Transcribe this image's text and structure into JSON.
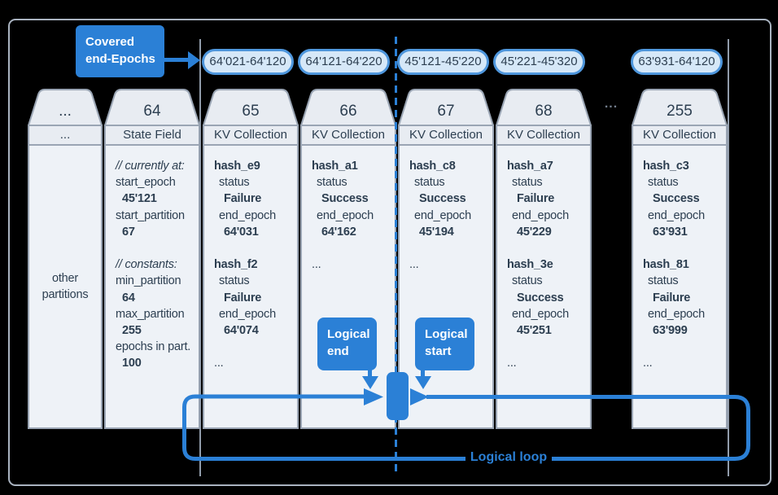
{
  "covered": {
    "line1": "Covered",
    "line2": "end-Epochs"
  },
  "pills": [
    "64'021-64'120",
    "64'121-64'220",
    "45'121-45'220",
    "45'221-45'320",
    "63'931-64'120"
  ],
  "labels": {
    "logical_end_line1": "Logical",
    "logical_end_line2": "end",
    "logical_start_line1": "Logical",
    "logical_start_line2": "start",
    "logical_loop": "Logical loop",
    "gap_dots": "..."
  },
  "columns": [
    {
      "id": "...",
      "type": "...",
      "center": true,
      "lines": [
        {
          "t": "other"
        },
        {
          "t": "partitions"
        }
      ]
    },
    {
      "id": "64",
      "type": "State Field",
      "lines": [
        {
          "t": "// currently at:",
          "i": 1
        },
        {
          "t": "start_epoch"
        },
        {
          "t": "45'121",
          "b": 1,
          "x": 8
        },
        {
          "t": "start_partition"
        },
        {
          "t": "67",
          "b": 1,
          "x": 8
        },
        {
          "t": ""
        },
        {
          "t": "// constants:",
          "i": 1
        },
        {
          "t": "min_partition"
        },
        {
          "t": "64",
          "b": 1,
          "x": 8
        },
        {
          "t": "max_partition"
        },
        {
          "t": "255",
          "b": 1,
          "x": 8
        },
        {
          "t": "epochs in part."
        },
        {
          "t": "100",
          "b": 1,
          "x": 8
        }
      ]
    },
    {
      "id": "65",
      "type": "KV Collection",
      "lines": [
        {
          "t": "hash_e9",
          "b": 1
        },
        {
          "t": "status",
          "x": 6
        },
        {
          "t": "Failure",
          "b": 1,
          "x": 12
        },
        {
          "t": "end_epoch",
          "x": 6
        },
        {
          "t": "64'031",
          "b": 1,
          "x": 12
        },
        {
          "t": ""
        },
        {
          "t": "hash_f2",
          "b": 1
        },
        {
          "t": "status",
          "x": 6
        },
        {
          "t": "Failure",
          "b": 1,
          "x": 12
        },
        {
          "t": "end_epoch",
          "x": 6
        },
        {
          "t": "64'074",
          "b": 1,
          "x": 12
        },
        {
          "t": ""
        },
        {
          "t": "..."
        }
      ]
    },
    {
      "id": "66",
      "type": "KV Collection",
      "lines": [
        {
          "t": "hash_a1",
          "b": 1
        },
        {
          "t": "status",
          "x": 6
        },
        {
          "t": "Success",
          "b": 1,
          "x": 12
        },
        {
          "t": "end_epoch",
          "x": 6
        },
        {
          "t": "64'162",
          "b": 1,
          "x": 12
        },
        {
          "t": ""
        },
        {
          "t": "..."
        }
      ]
    },
    {
      "id": "67",
      "type": "KV Collection",
      "lines": [
        {
          "t": "hash_c8",
          "b": 1
        },
        {
          "t": "status",
          "x": 6
        },
        {
          "t": "Success",
          "b": 1,
          "x": 12
        },
        {
          "t": "end_epoch",
          "x": 6
        },
        {
          "t": "45'194",
          "b": 1,
          "x": 12
        },
        {
          "t": ""
        },
        {
          "t": "..."
        }
      ]
    },
    {
      "id": "68",
      "type": "KV Collection",
      "lines": [
        {
          "t": "hash_a7",
          "b": 1
        },
        {
          "t": "status",
          "x": 6
        },
        {
          "t": "Failure",
          "b": 1,
          "x": 12
        },
        {
          "t": "end_epoch",
          "x": 6
        },
        {
          "t": "45'229",
          "b": 1,
          "x": 12
        },
        {
          "t": ""
        },
        {
          "t": "hash_3e",
          "b": 1
        },
        {
          "t": "status",
          "x": 6
        },
        {
          "t": "Success",
          "b": 1,
          "x": 12
        },
        {
          "t": "end_epoch",
          "x": 6
        },
        {
          "t": "45'251",
          "b": 1,
          "x": 12
        },
        {
          "t": ""
        },
        {
          "t": "..."
        }
      ]
    },
    {
      "id": "255",
      "type": "KV Collection",
      "lines": [
        {
          "t": "hash_c3",
          "b": 1
        },
        {
          "t": "status",
          "x": 6
        },
        {
          "t": "Success",
          "b": 1,
          "x": 12
        },
        {
          "t": "end_epoch",
          "x": 6
        },
        {
          "t": "63'931",
          "b": 1,
          "x": 12
        },
        {
          "t": ""
        },
        {
          "t": "hash_81",
          "b": 1
        },
        {
          "t": "status",
          "x": 6
        },
        {
          "t": "Failure",
          "b": 1,
          "x": 12
        },
        {
          "t": "end_epoch",
          "x": 6
        },
        {
          "t": "63'999",
          "b": 1,
          "x": 12
        },
        {
          "t": ""
        },
        {
          "t": "..."
        }
      ]
    }
  ],
  "colors": {
    "blue": "#2b80d6",
    "pill_fill": "#d6e8f8",
    "pill_border": "#4e96dc",
    "column_border": "#9aa5b4",
    "header_fill": "#e8ecf2",
    "body_fill": "#eef2f7",
    "text": "#2c3e50",
    "guide_line": "#919cab",
    "canvas_border": "#a9b3c0",
    "background": "#000000"
  }
}
